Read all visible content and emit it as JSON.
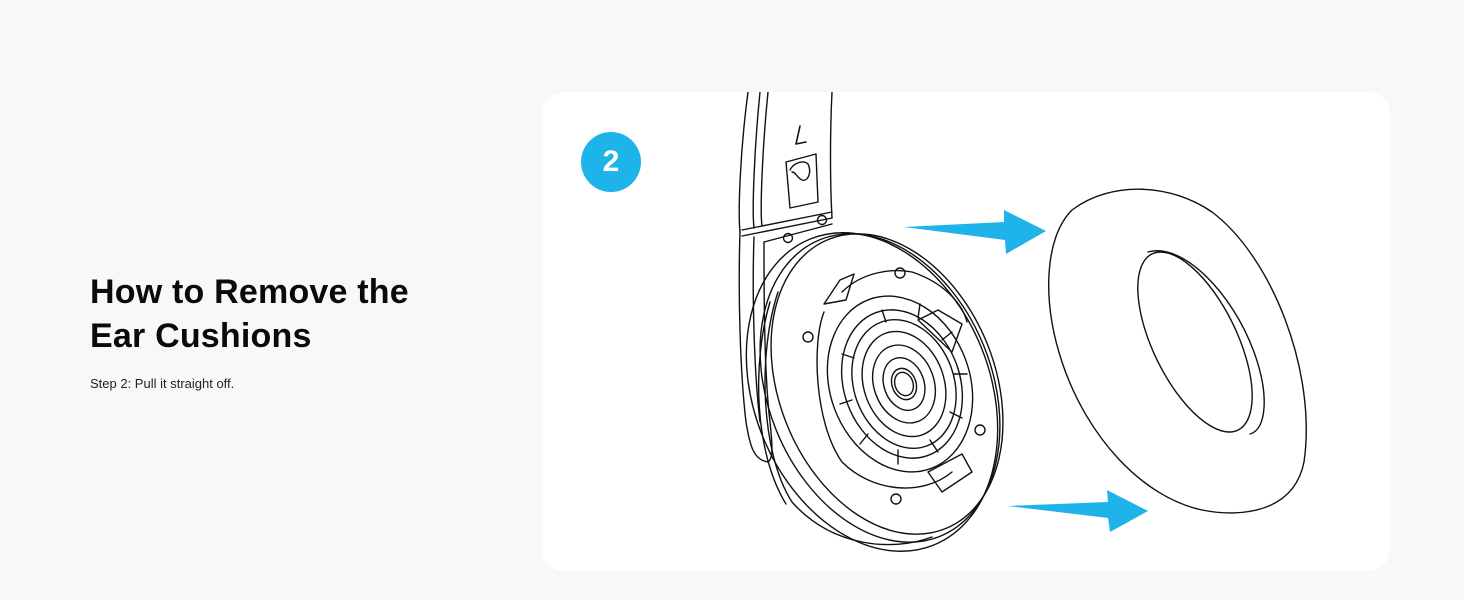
{
  "heading": {
    "title_line_1": "How to Remove the",
    "title_line_2": "Ear Cushions",
    "subtitle": "Step 2: Pull it straight off."
  },
  "card": {
    "step_number": "2",
    "accent_color": "#1eb4ea",
    "illustration": {
      "side_label": "L",
      "description": "Left headphone earcup with ear cushion removed, two blue arrows pointing right"
    }
  }
}
